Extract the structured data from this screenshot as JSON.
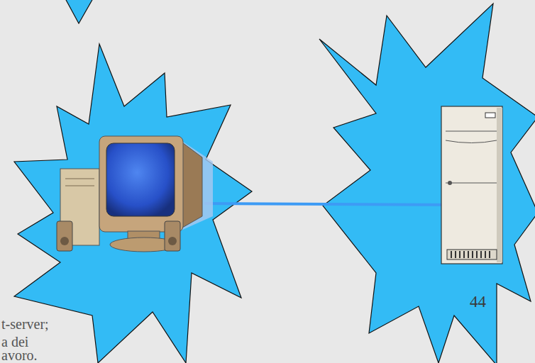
{
  "diagram": {
    "labels": [
      "t-server;",
      "a dei",
      "avoro.",
      "44"
    ]
  }
}
